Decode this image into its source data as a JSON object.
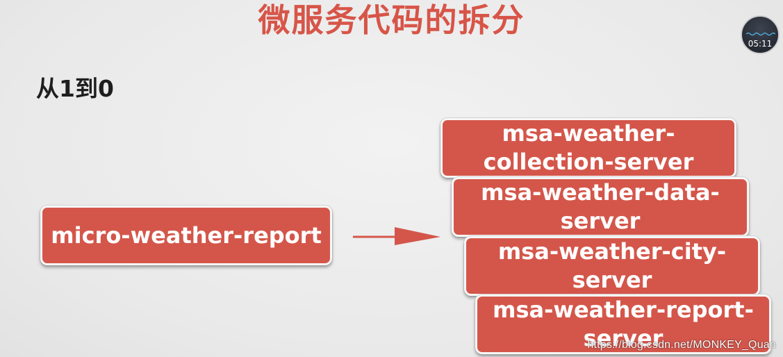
{
  "slide": {
    "title": "微服务代码的拆分",
    "subtitle": "从1到0"
  },
  "diagram": {
    "source": "micro-weather-report",
    "targets": [
      "msa-weather-\ncollection-server",
      "msa-weather-data-\nserver",
      "msa-weather-city-\nserver",
      "msa-weather-report-\nserver"
    ]
  },
  "overlay": {
    "timer": "05:11",
    "watermark": "https://blog.csdn.net/MONKEY_Quan"
  },
  "colors": {
    "box": "#d4564a",
    "title": "#d75548",
    "arrow": "#d4564a"
  }
}
